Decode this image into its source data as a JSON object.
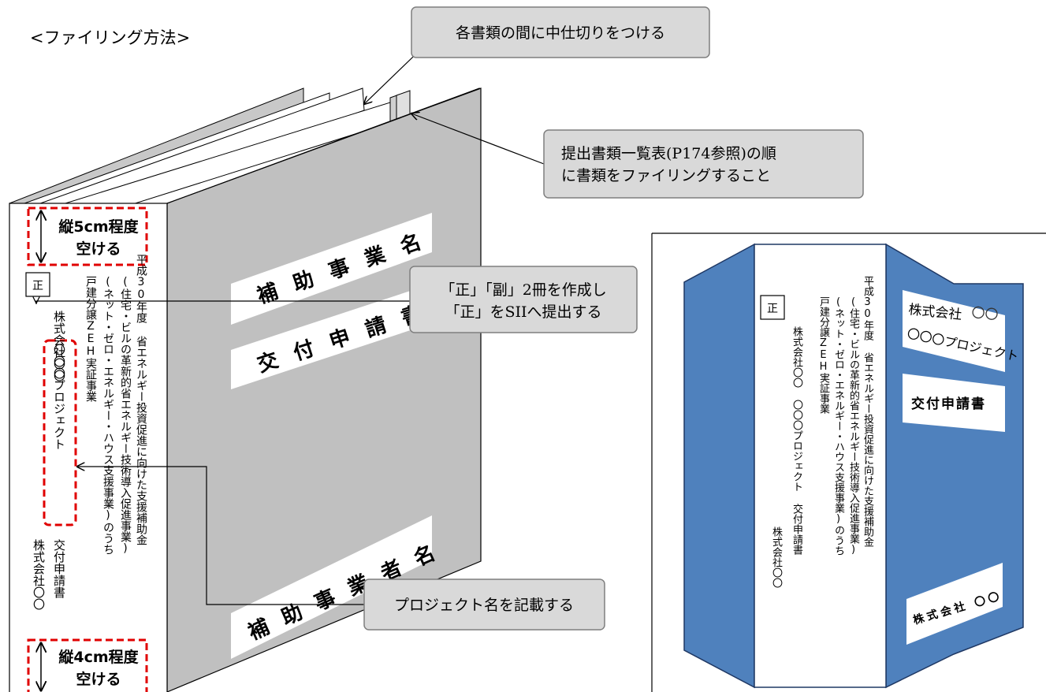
{
  "heading": "<ファイリング方法>",
  "callouts": {
    "dividers": "各書類の間に中仕切りをつける",
    "order_line1": "提出書類一覧表(P174参照)の順",
    "order_line2": "に書類をファイリングすること",
    "copies_line1": "「正」「副」2冊を作成し",
    "copies_line2": "「正」をSIIへ提出する",
    "project_name": "プロジェクト名を記載する"
  },
  "spine": {
    "top_margin_line1": "縦5cm程度",
    "top_margin_line2": "空ける",
    "bottom_margin_line1": "縦4cm程度",
    "bottom_margin_line2": "空ける",
    "copy_mark": "正",
    "title_col1": "平成30年度 省エネルギー投資促進に向けた支援補助金",
    "title_col2": "(住宅・ビルの革新的省エネルギー技術導入促進事業)",
    "title_col3": "(ネット・ゼロ・エネルギー・ハウス支援事業)のうち",
    "title_col4": "戸建分譲ZEH実証事業",
    "company_col": "株式会社〇〇",
    "project_col": "〇〇〇プロジェクト",
    "doc_col": "交付申請書",
    "company_col2": "株式会社〇〇"
  },
  "cover": {
    "label1": "補助事業名",
    "label2": "交付申請書",
    "label3": "補助事業者名"
  },
  "example": {
    "copy_mark": "正",
    "title_col1": "平成30年度 省エネルギー投資促進に向けた支援補助金",
    "title_col2": "(住宅・ビルの革新的省エネルギー技術導入促進事業)",
    "title_col3": "(ネット・ゼロ・エネルギー・ハウス支援事業)のうち",
    "title_col4": "戸建分譲ZEH実証事業",
    "company_project_col": "株式会社〇〇 〇〇〇プロジェクト 交付申請書",
    "company_col": "株式会社〇〇",
    "front_label1a": "株式会社",
    "front_label1b": "〇〇",
    "front_label1c": "〇〇〇プロジェクト",
    "front_label2": "交付申請書",
    "back_label": "株式会社 〇〇"
  },
  "colors": {
    "cover_gray": "#c0c0c0",
    "callout_fill": "#d9d9d9",
    "binder_blue": "#4f81bd",
    "dashed_red": "#e00000"
  }
}
